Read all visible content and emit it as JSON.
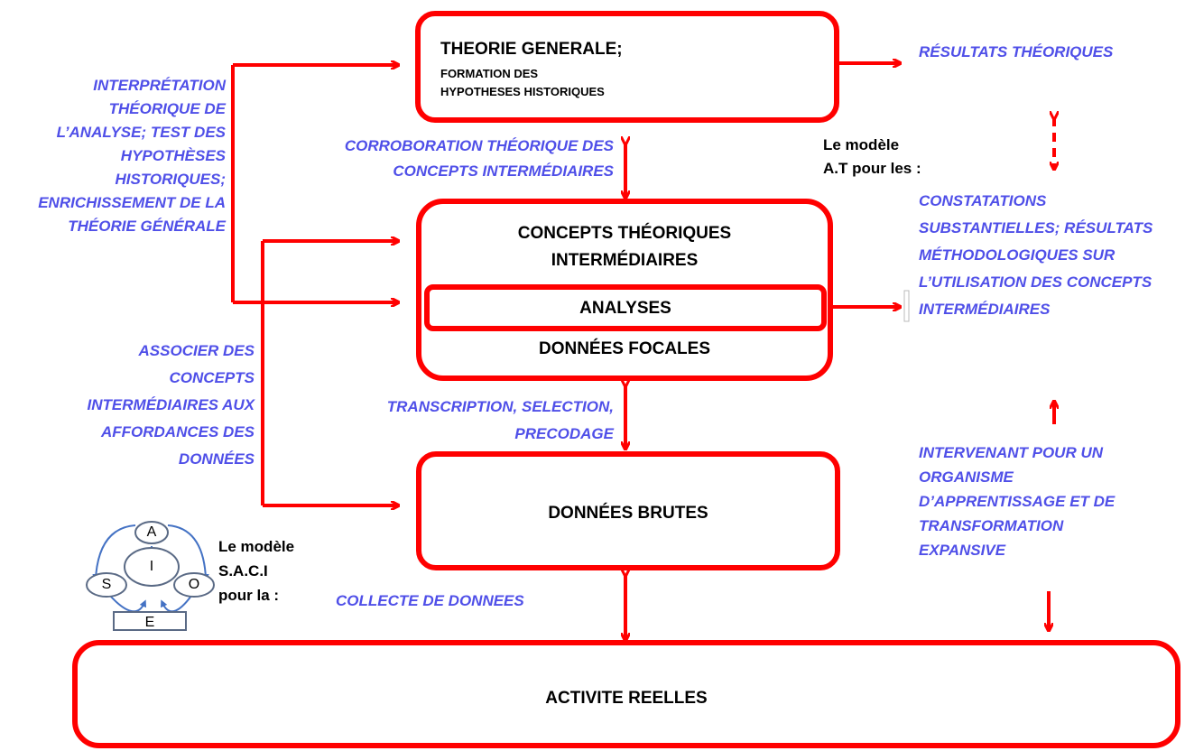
{
  "boxes": {
    "theorie_generale": {
      "title": "THEORIE GENERALE;",
      "sub_1": "FORMATION DES",
      "sub_2": "HYPOTHESES HISTORIQUES"
    },
    "concepts": {
      "line_1": "CONCEPTS THÉORIQUES",
      "line_2": "INTERMÉDIAIRES",
      "analyses": "ANALYSES",
      "donnees_focales": "DONNÉES FOCALES"
    },
    "donnees_brutes": "DONNÉES BRUTES",
    "activite": "ACTIVITE REELLES"
  },
  "left_labels": {
    "interpretation": [
      "INTERPRÉTATION",
      "THÉORIQUE DE",
      "L’ANALYSE; TEST DES",
      "HYPOTHÈSES",
      "HISTORIQUES;",
      "ENRICHISSEMENT DE LA",
      "THÉORIE GÉNÉRALE"
    ],
    "associer": [
      "ASSOCIER DES",
      "CONCEPTS",
      "INTERMÉDIAIRES AUX",
      "AFFORDANCES DES",
      "DONNÉES"
    ]
  },
  "center_labels": {
    "corroboration": [
      "CORROBORATION THÉORIQUE DES",
      "CONCEPTS INTERMÉDIAIRES"
    ],
    "transcription": [
      "TRANSCRIPTION, SELECTION,",
      "PRECODAGE"
    ],
    "collecte": "COLLECTE DE DONNEES"
  },
  "right_labels": {
    "resultats": "RÉSULTATS THÉORIQUES",
    "constatations": [
      "CONSTATATIONS",
      "SUBSTANTIELLES; RÉSULTATS",
      "MÉTHODOLOGIQUES SUR",
      "L’UTILISATION DES CONCEPTS",
      "INTERMÉDIAIRES"
    ],
    "intervenant": [
      "INTERVENANT POUR UN",
      "ORGANISME",
      "D’APPRENTISSAGE ET DE",
      "TRANSFORMATION",
      "EXPANSIVE"
    ]
  },
  "models": {
    "at": [
      "Le modèle",
      "A.T pour les :"
    ],
    "saci": [
      "Le modèle",
      "S.A.C.I",
      "pour la :"
    ]
  },
  "saci_nodes": {
    "a": "A",
    "i": "I",
    "s": "S",
    "o": "O",
    "e": "E"
  },
  "colors": {
    "red": "#ff0000",
    "blue": "#4f4fe8",
    "icon_blue": "#4472c4"
  },
  "icons": [
    "tetrahedron-icon",
    "lightning-icon",
    "saci-model-diagram"
  ]
}
